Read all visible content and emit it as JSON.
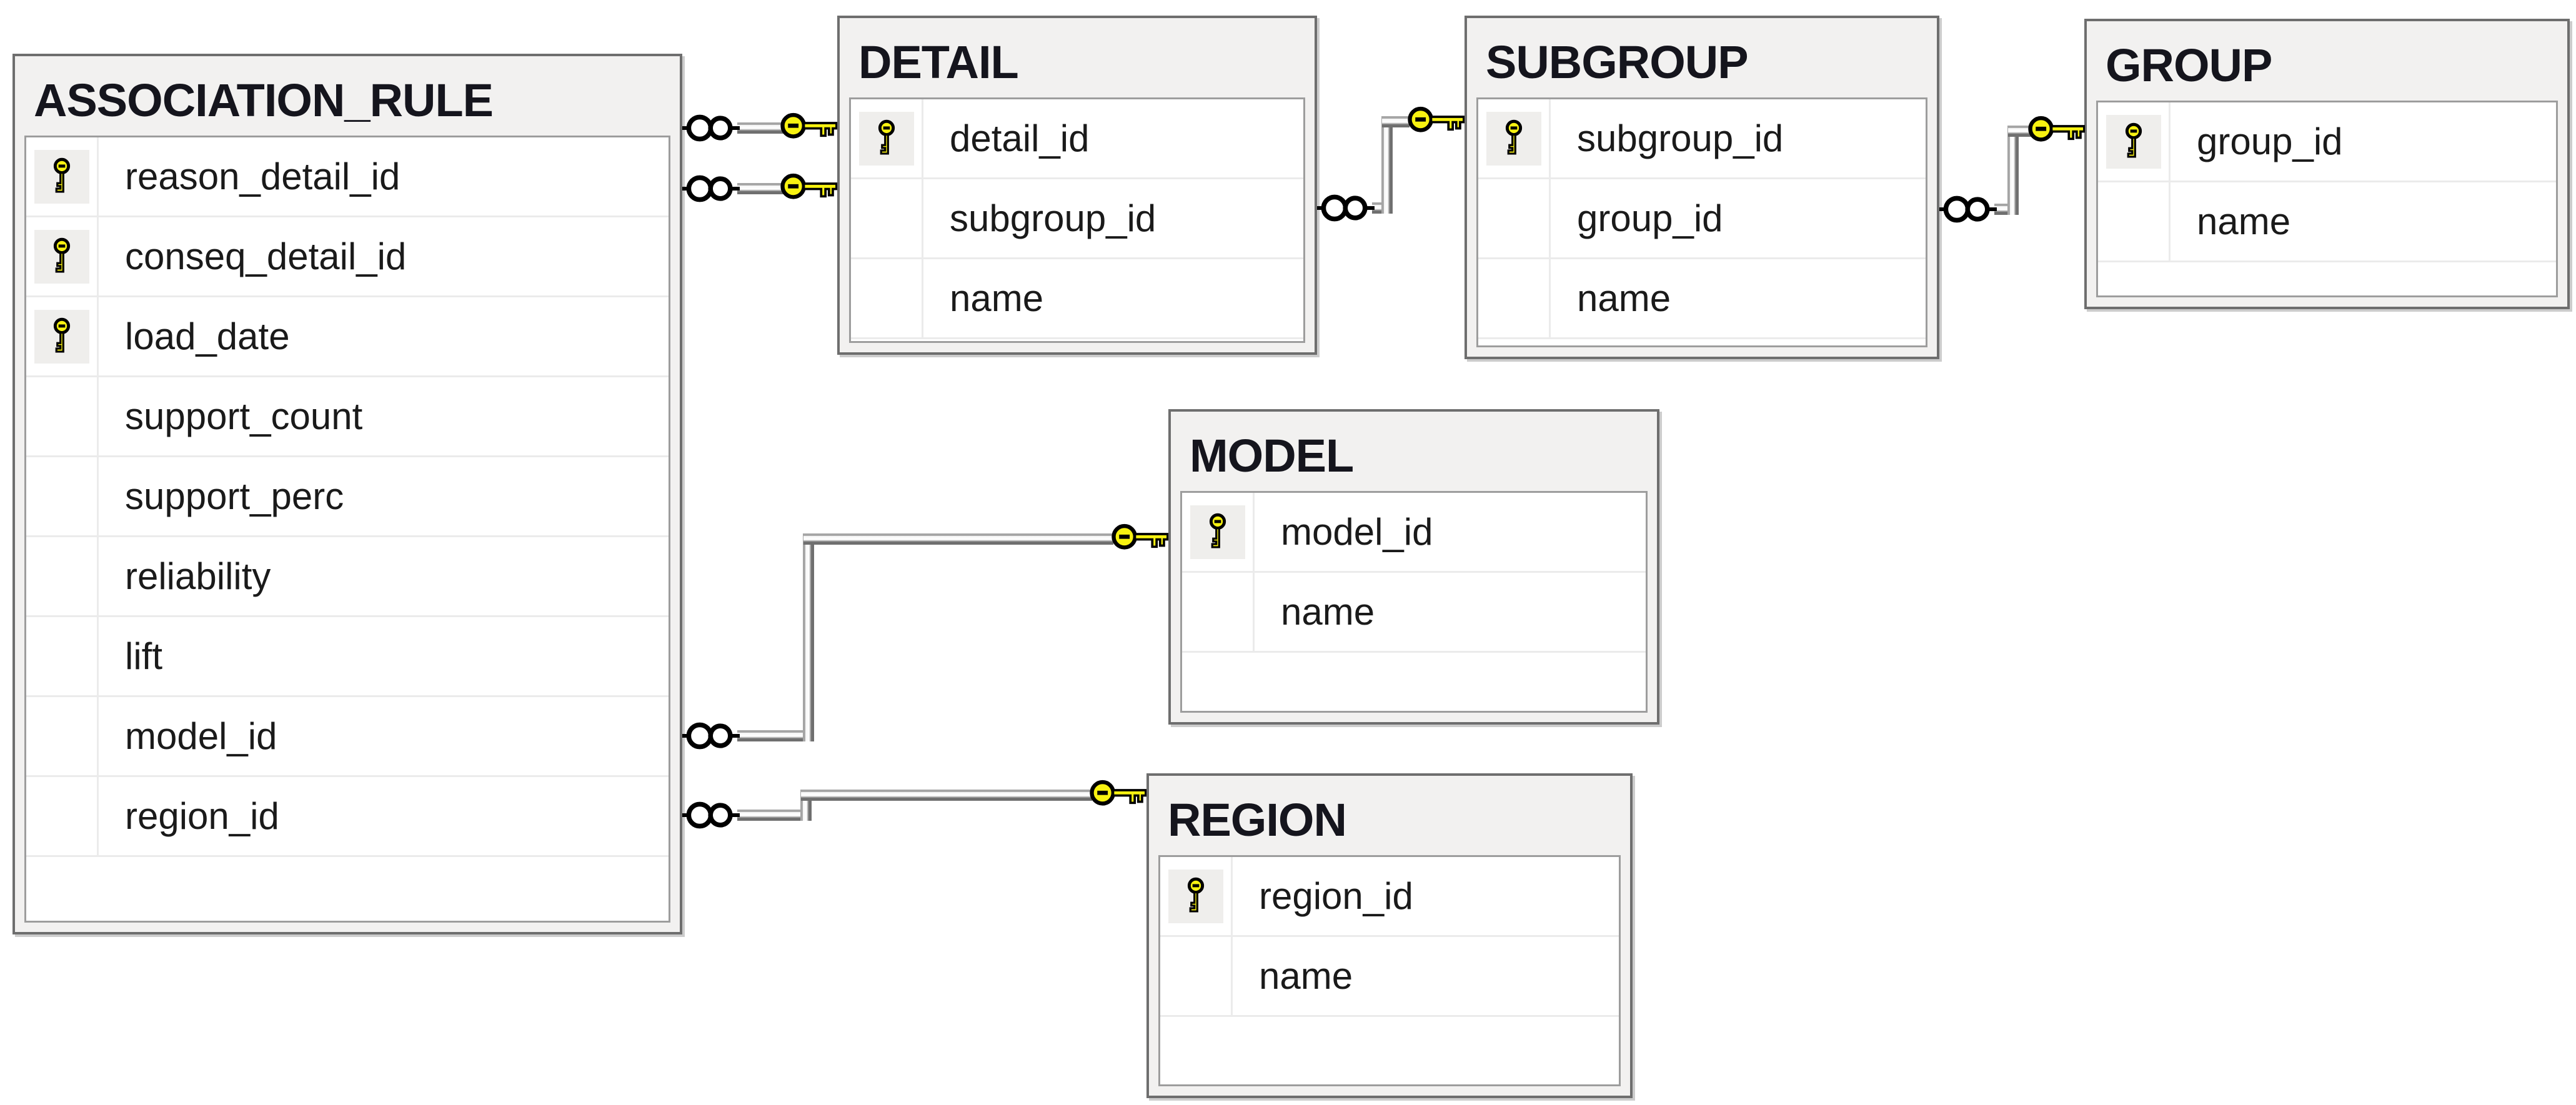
{
  "diagram": {
    "tables": [
      {
        "title": "ASSOCIATION_RULE",
        "columns": [
          {
            "name": "reason_detail_id",
            "pk": true
          },
          {
            "name": "conseq_detail_id",
            "pk": true
          },
          {
            "name": "load_date",
            "pk": true
          },
          {
            "name": "support_count",
            "pk": false
          },
          {
            "name": "support_perc",
            "pk": false
          },
          {
            "name": "reliability",
            "pk": false
          },
          {
            "name": "lift",
            "pk": false
          },
          {
            "name": "model_id",
            "pk": false
          },
          {
            "name": "region_id",
            "pk": false
          }
        ]
      },
      {
        "title": "DETAIL",
        "columns": [
          {
            "name": "detail_id",
            "pk": true
          },
          {
            "name": "subgroup_id",
            "pk": false
          },
          {
            "name": "name",
            "pk": false
          }
        ]
      },
      {
        "title": "SUBGROUP",
        "columns": [
          {
            "name": "subgroup_id",
            "pk": true
          },
          {
            "name": "group_id",
            "pk": false
          },
          {
            "name": "name",
            "pk": false
          }
        ]
      },
      {
        "title": "GROUP",
        "columns": [
          {
            "name": "group_id",
            "pk": true
          },
          {
            "name": "name",
            "pk": false
          }
        ]
      },
      {
        "title": "MODEL",
        "columns": [
          {
            "name": "model_id",
            "pk": true
          },
          {
            "name": "name",
            "pk": false
          }
        ]
      },
      {
        "title": "REGION",
        "columns": [
          {
            "name": "region_id",
            "pk": true
          },
          {
            "name": "name",
            "pk": false
          }
        ]
      }
    ],
    "relationships": [
      {
        "many_end": "ASSOCIATION_RULE",
        "one_end": "DETAIL",
        "many_symbol": "infinity",
        "one_symbol": "key"
      },
      {
        "many_end": "ASSOCIATION_RULE",
        "one_end": "DETAIL",
        "many_symbol": "infinity",
        "one_symbol": "key"
      },
      {
        "many_end": "DETAIL",
        "one_end": "SUBGROUP",
        "many_symbol": "infinity",
        "one_symbol": "key"
      },
      {
        "many_end": "SUBGROUP",
        "one_end": "GROUP",
        "many_symbol": "infinity",
        "one_symbol": "key"
      },
      {
        "many_end": "ASSOCIATION_RULE",
        "one_end": "MODEL",
        "many_symbol": "infinity",
        "one_symbol": "key"
      },
      {
        "many_end": "ASSOCIATION_RULE",
        "one_end": "REGION",
        "many_symbol": "infinity",
        "one_symbol": "key"
      }
    ],
    "colors": {
      "key_yellow": "#F8F211",
      "table_header_bg": "#F2F1F0",
      "table_border": "#6E6E6E",
      "grid_border": "#9D9D9D",
      "row_separator": "#EBEBEB",
      "pk_cell_bg": "#EFEEEC",
      "connector_dark": "#6F6F6F",
      "text": "#1A1A1A",
      "canvas": "#FFFFFF"
    }
  }
}
